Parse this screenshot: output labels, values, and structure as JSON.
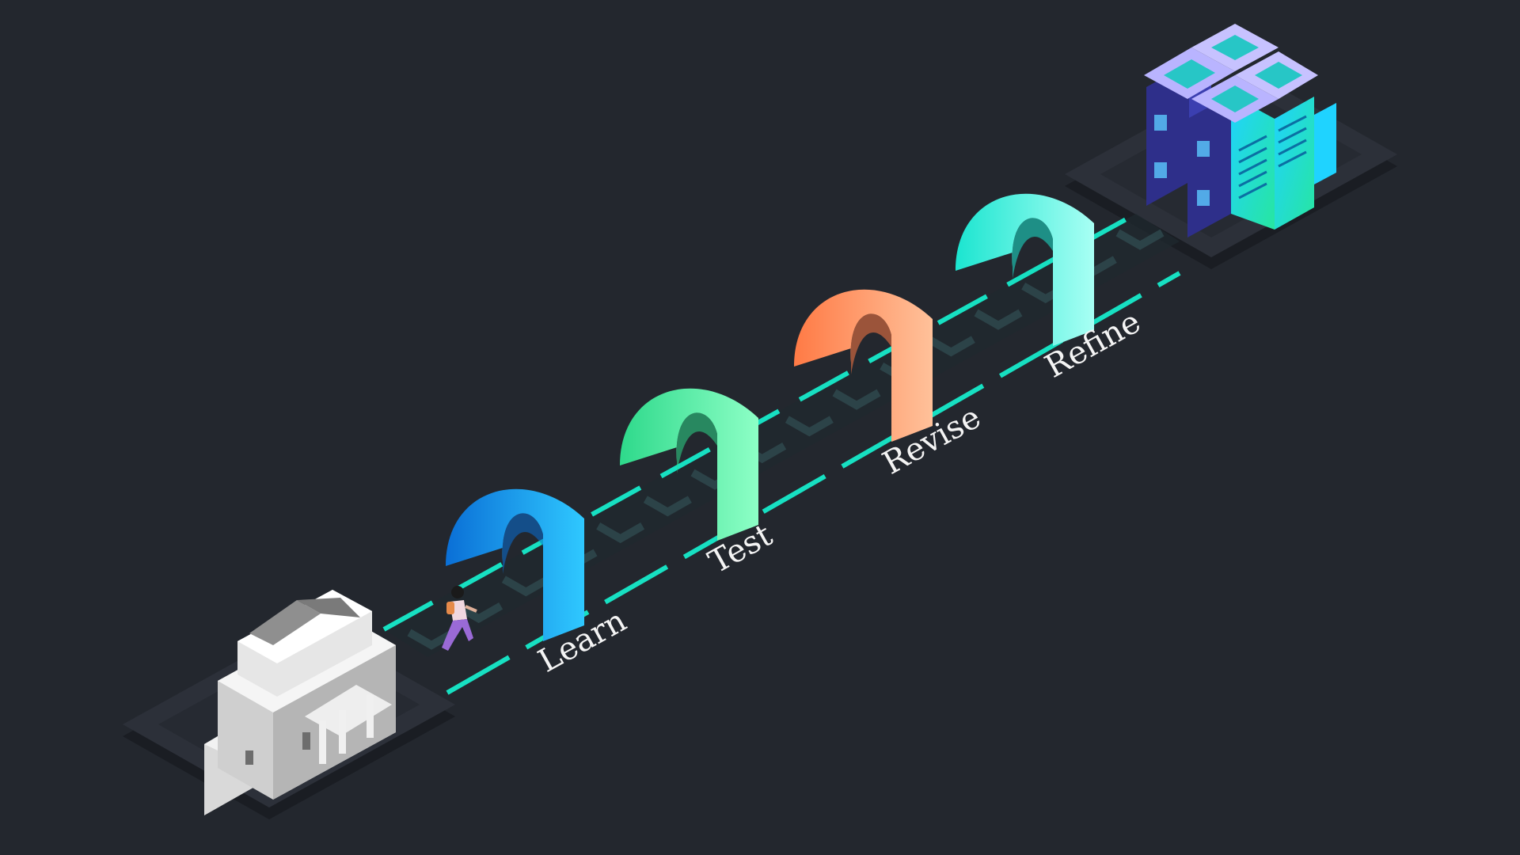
{
  "stages": [
    {
      "label": "Learn",
      "color_light": "#2fc8ff",
      "color_dark": "#0a6fd6"
    },
    {
      "label": "Test",
      "color_light": "#8dffc6",
      "color_dark": "#2ed98b"
    },
    {
      "label": "Revise",
      "color_light": "#ffc19a",
      "color_dark": "#ff7a45"
    },
    {
      "label": "Refine",
      "color_light": "#a8fff4",
      "color_dark": "#1be5d0"
    }
  ],
  "colors": {
    "background": "#23272e",
    "platform_top": "#2c3039",
    "platform_side": "#1a1d23",
    "track_edge": "#17e0c2",
    "track_edge_alt": "#08b8e0",
    "track_chevron": "#2f4a4f",
    "label": "#f4f4f4"
  },
  "icons": {
    "start": "school-building-icon",
    "end": "server-rack-icon",
    "traveler": "running-person-icon"
  }
}
